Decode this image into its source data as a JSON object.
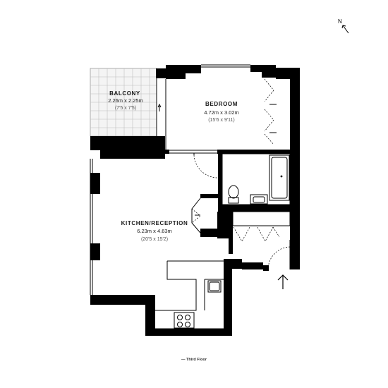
{
  "compass": {
    "label": "N"
  },
  "rooms": {
    "balcony": {
      "name": "BALCONY",
      "metric": "2.26m x 2.25m",
      "imperial": "(7'5 x 7'5)"
    },
    "bedroom": {
      "name": "BEDROOM",
      "metric": "4.72m x 3.02m",
      "imperial": "(15'6 x 9'11)"
    },
    "kitchen": {
      "name": "KITCHEN/RECEPTION",
      "metric": "6.23m x 4.63m",
      "imperial": "(20'5 x 15'2)"
    }
  },
  "floor_label": "— Third Floor"
}
